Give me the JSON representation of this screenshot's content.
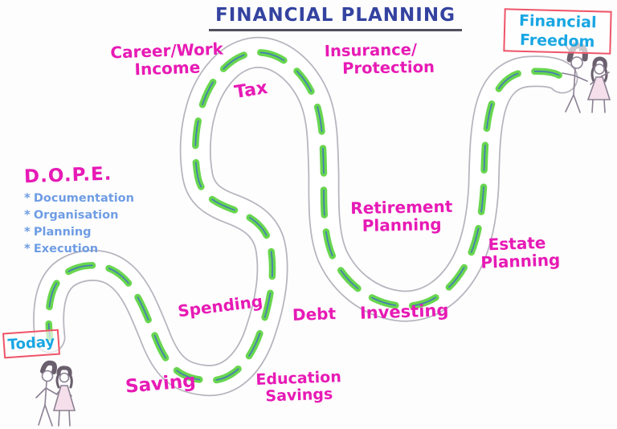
{
  "title": "FINANCIAL PLANNING",
  "signs": {
    "start": "Today",
    "end": {
      "line1": "Financial",
      "line2": "Freedom"
    }
  },
  "milestones": {
    "career": {
      "line1": "Career/Work",
      "line2": "Income"
    },
    "tax": "Tax",
    "insurance": {
      "line1": "Insurance/",
      "line2": "Protection"
    },
    "retirement": {
      "line1": "Retirement",
      "line2": "Planning"
    },
    "estate": {
      "line1": "Estate",
      "line2": "Planning"
    },
    "investing": "Investing",
    "debt": "Debt",
    "spending": "Spending",
    "saving": "Saving",
    "education": {
      "line1": "Education",
      "line2": "Savings"
    }
  },
  "dope": {
    "heading": "D.O.P.E.",
    "bullet": "*",
    "items": [
      "Documentation",
      "Organisation",
      "Planning",
      "Execution"
    ]
  },
  "colors": {
    "title_ink": "#3443a0",
    "title_underline": "#50505f",
    "milestone_magenta": "#e71ab5",
    "dope_list_blue": "#6f9de4",
    "sign_text_cyan": "#18a6e3",
    "sign_border_red": "#ef5468",
    "road_edge_gray": "#b7b4be",
    "road_dash_green": "#5bd23f",
    "road_dash_line_blue": "#3f6cc8",
    "figure_pencil_gray": "#8b8093",
    "dress_pink": "#f5dfeb"
  }
}
